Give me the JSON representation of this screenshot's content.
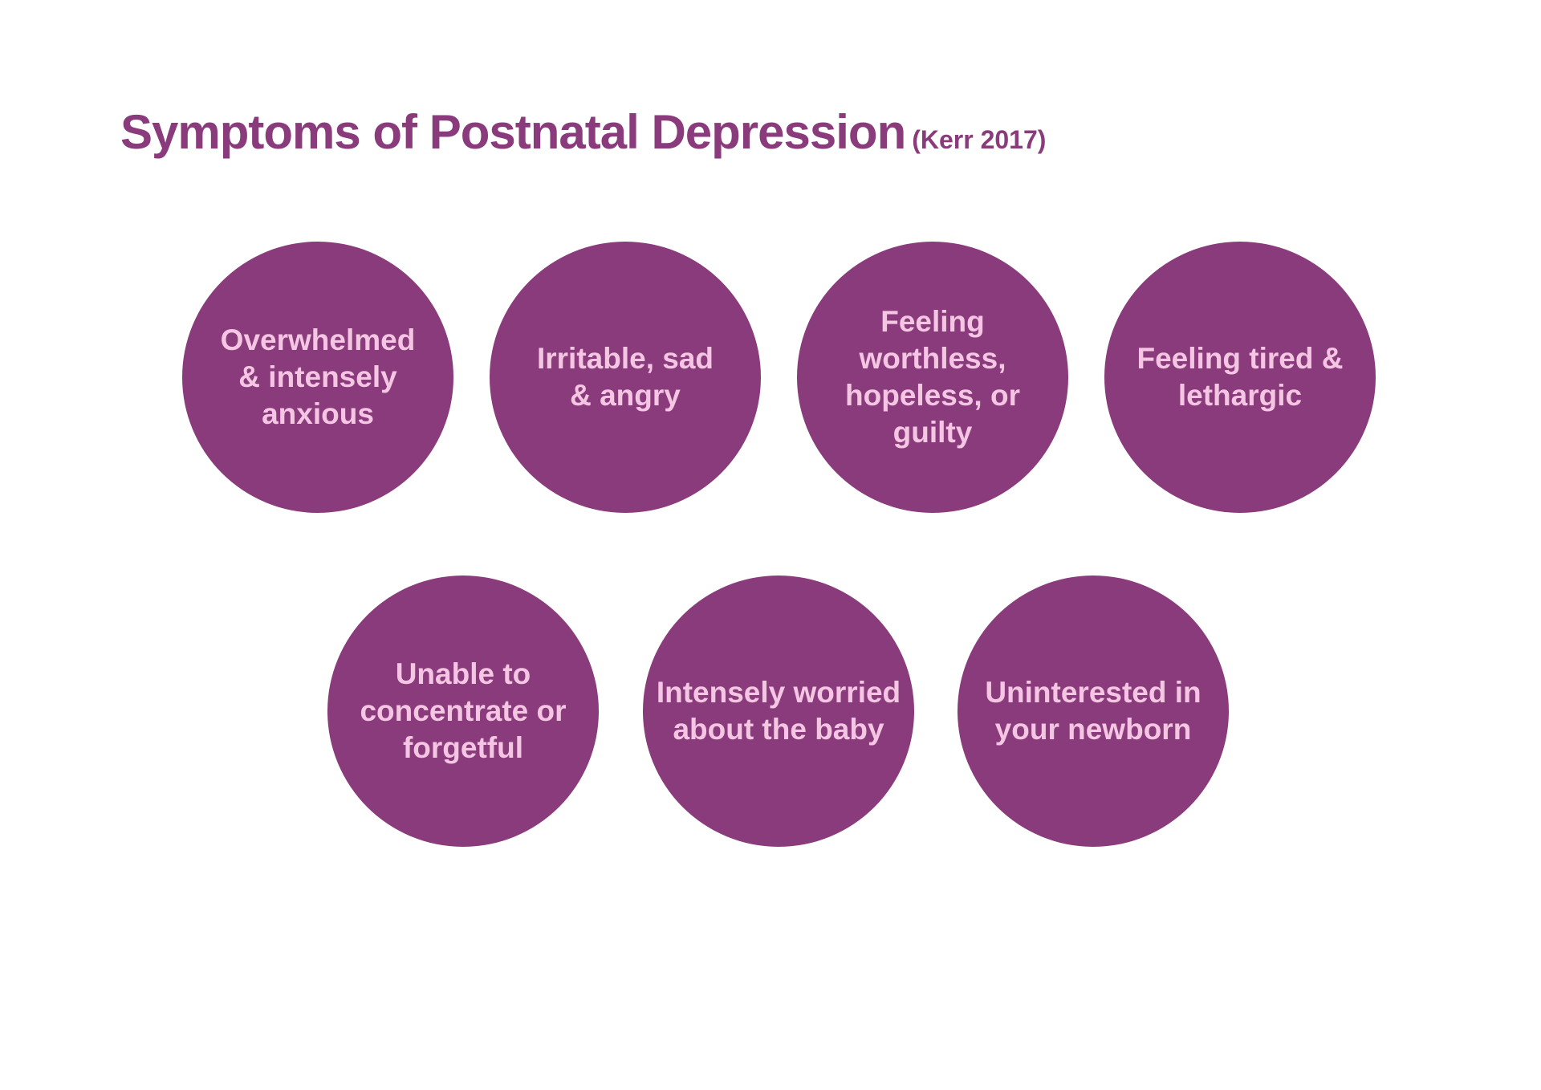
{
  "title": {
    "main": "Symptoms of Postnatal Depression",
    "citation": "(Kerr 2017)"
  },
  "colors": {
    "circle_fill": "#8a3b7b",
    "circle_text": "#f5c6e3",
    "title_text": "#8a3b7b",
    "background": "#ffffff"
  },
  "symptoms": [
    {
      "label": "Overwhelmed\n& intensely\nanxious"
    },
    {
      "label": "Irritable, sad\n& angry"
    },
    {
      "label": "Feeling worthless,\nhopeless, or\nguilty"
    },
    {
      "label": "Feeling tired &\nlethargic"
    },
    {
      "label": "Unable to\nconcentrate or\nforgetful"
    },
    {
      "label": "Intensely worried\nabout the baby"
    },
    {
      "label": "Uninterested in\nyour newborn"
    }
  ]
}
